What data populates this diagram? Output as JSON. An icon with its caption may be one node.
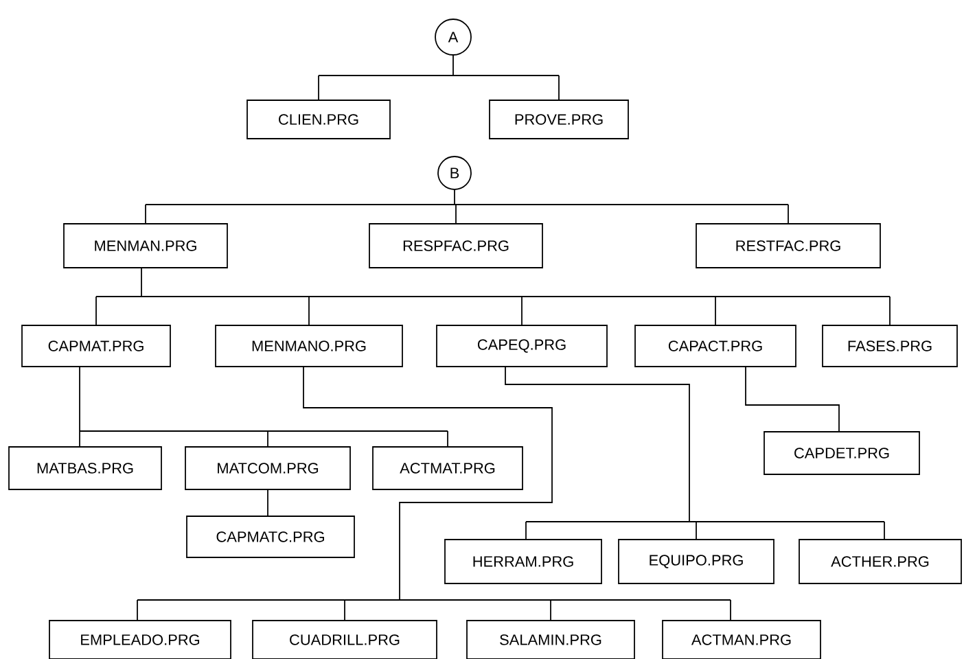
{
  "diagram": {
    "nodes": [
      {
        "text": [
          "A"
        ]
      },
      {
        "text": [
          "CLIEN.PRG"
        ]
      },
      {
        "text": [
          "PROVE.PRG"
        ]
      },
      {
        "text": [
          "B"
        ]
      },
      {
        "text": [
          "MENMAN.PRG"
        ]
      },
      {
        "text": [
          "RESPFAC.PRG"
        ]
      },
      {
        "text": [
          "RESTFAC.PRG"
        ]
      },
      {
        "text": [
          "CAPMAT.PRG"
        ]
      },
      {
        "text": [
          "MENMANO.PRG"
        ]
      },
      {
        "text": [
          "CAPEQ.PRG"
        ]
      },
      {
        "text": [
          "CAPACT.PRG"
        ]
      },
      {
        "text": [
          "FASES.PRG"
        ]
      },
      {
        "text": [
          "MATBAS.PRG"
        ]
      },
      {
        "text": [
          "MATCOM.PRG"
        ]
      },
      {
        "text": [
          "ACTMAT.PRG"
        ]
      },
      {
        "text": [
          "CAPDET.PRG"
        ]
      },
      {
        "text": [
          "CAPMATC.PRG"
        ]
      },
      {
        "text": [
          "HERRAM.PRG"
        ]
      },
      {
        "text": [
          "EQUIPO.PRG"
        ]
      },
      {
        "text": [
          "ACTHER.PRG"
        ]
      },
      {
        "text": [
          "EMPLEADO.PRG"
        ]
      },
      {
        "text": [
          "CUADRILL.PRG"
        ]
      },
      {
        "text": [
          "SALAMIN.PRG"
        ]
      },
      {
        "text": [
          "ACTMAN.PRG"
        ]
      }
    ],
    "edges": [
      {
        "from": 0,
        "to": 1,
        "arrow": "none"
      },
      {
        "from": 0,
        "to": 2,
        "arrow": "none"
      },
      {
        "from": 3,
        "to": 4,
        "arrow": "none"
      },
      {
        "from": 3,
        "to": 5,
        "arrow": "none"
      },
      {
        "from": 3,
        "to": 6,
        "arrow": "none"
      },
      {
        "from": 4,
        "to": 7,
        "arrow": "none"
      },
      {
        "from": 4,
        "to": 8,
        "arrow": "none"
      },
      {
        "from": 4,
        "to": 9,
        "arrow": "none"
      },
      {
        "from": 4,
        "to": 10,
        "arrow": "none"
      },
      {
        "from": 4,
        "to": 11,
        "arrow": "none"
      },
      {
        "from": 7,
        "to": 12,
        "arrow": "none"
      },
      {
        "from": 7,
        "to": 13,
        "arrow": "none"
      },
      {
        "from": 7,
        "to": 14,
        "arrow": "none"
      },
      {
        "from": 13,
        "to": 16,
        "arrow": "none"
      },
      {
        "from": 10,
        "to": 15,
        "arrow": "none"
      },
      {
        "from": 9,
        "to": 17,
        "arrow": "none"
      },
      {
        "from": 9,
        "to": 18,
        "arrow": "none"
      },
      {
        "from": 9,
        "to": 19,
        "arrow": "none"
      },
      {
        "from": 8,
        "to": 20,
        "arrow": "none"
      },
      {
        "from": 8,
        "to": 21,
        "arrow": "none"
      },
      {
        "from": 8,
        "to": 22,
        "arrow": "none"
      },
      {
        "from": 8,
        "to": 23,
        "arrow": "none"
      }
    ]
  }
}
